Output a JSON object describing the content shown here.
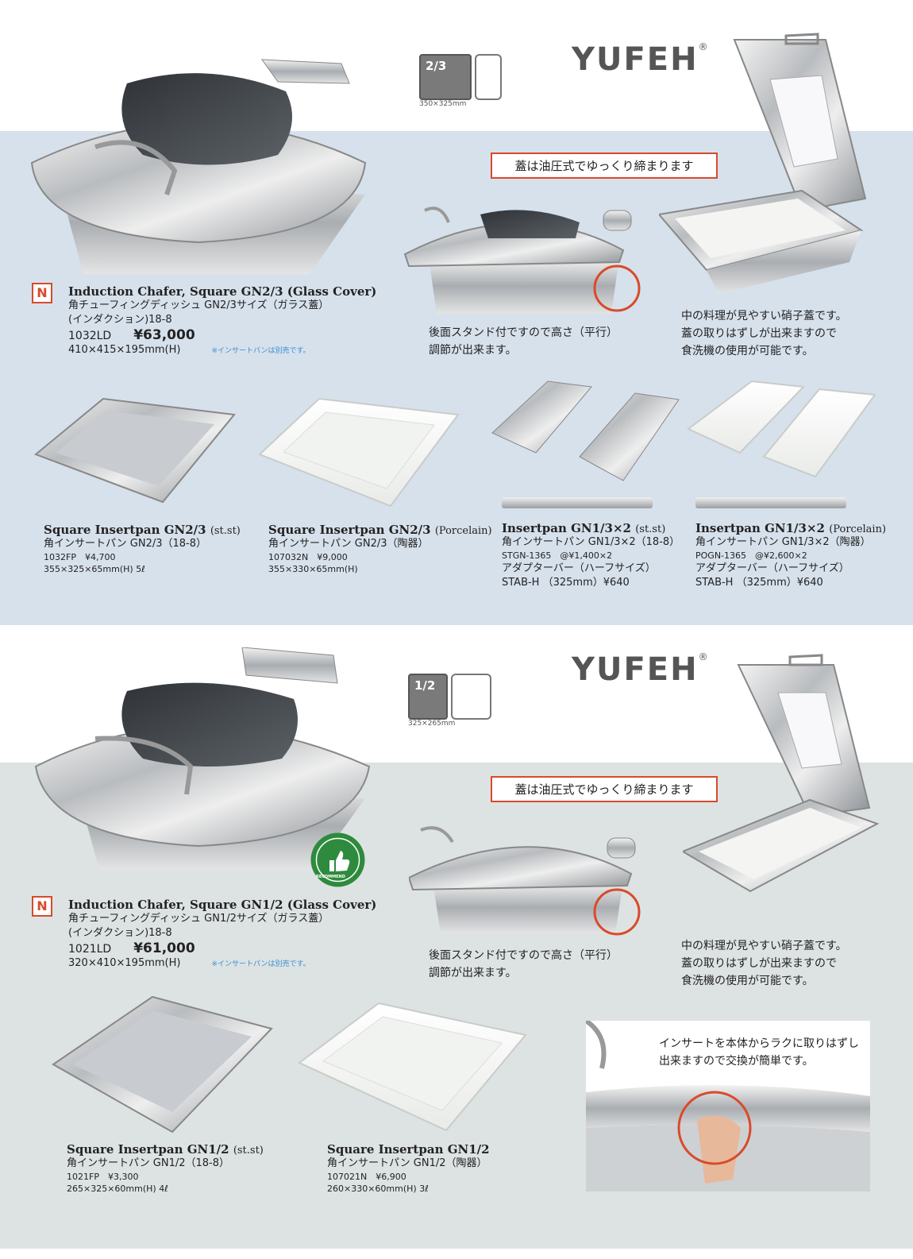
{
  "brand": {
    "logo": "YUFEH",
    "reg": "®"
  },
  "colors": {
    "band1": "#d7e1ec",
    "band2": "#dde3e2",
    "accent": "#d94a2b",
    "note_blue": "#3a8fd1",
    "recommend_green": "#2e8b3d"
  },
  "section1": {
    "gn_label": "2/3",
    "gn_dim": "350×325mm",
    "callout": "蓋は油圧式でゆっくり締まります",
    "stand_note": [
      "後面スタンド付ですので高さ（平行）",
      "調節が出来ます。"
    ],
    "glass_note": [
      "中の料理が見やすい硝子蓋です。",
      "蓋の取りはずしが出来ますので",
      "食洗機の使用が可能です。"
    ],
    "main": {
      "badge": "N",
      "title": "Induction Chafer, Square GN2/3 (Glass Cover)",
      "jp1": "角チューフィングディッシュ GN2/3サイズ（ガラス蓋）",
      "jp2": "(インダクション)18-8",
      "code": "1032LD",
      "price": "¥63,000",
      "size": "410×415×195mm(H)",
      "note": "※インサートパンは別売です。"
    },
    "products": [
      {
        "title": "Square Insertpan GN2/3",
        "sub": "(st.st)",
        "jp": "角インサートパン GN2/3（18-8）",
        "code_price": "1032FP　¥4,700",
        "size": "355×325×65mm(H) 5ℓ"
      },
      {
        "title": "Square Insertpan GN2/3",
        "sub": "(Porcelain)",
        "jp": "角インサートパン GN2/3（陶器）",
        "code_price": "107032N　¥9,000",
        "size": "355×330×65mm(H)"
      },
      {
        "title": "Insertpan GN1/3×2",
        "sub": "(st.st)",
        "jp": "角インサートパン GN1/3×2（18-8）",
        "code_price": "STGN-1365　@¥1,400×2",
        "adapter": "アダプターバー（ハーフサイズ）",
        "adapter_code": "STAB-H （325mm）¥640"
      },
      {
        "title": "Insertpan GN1/3×2",
        "sub": "(Porcelain)",
        "jp": "角インサートパン GN1/3×2（陶器）",
        "code_price": "POGN-1365　@¥2,600×2",
        "adapter": "アダプターバー（ハーフサイズ）",
        "adapter_code": "STAB-H （325mm）¥640"
      }
    ]
  },
  "section2": {
    "gn_label": "1/2",
    "gn_dim": "325×265mm",
    "callout": "蓋は油圧式でゆっくり締まります",
    "recommend": "RECOMMEND",
    "stand_note": [
      "後面スタンド付ですので高さ（平行）",
      "調節が出来ます。"
    ],
    "glass_note": [
      "中の料理が見やすい硝子蓋です。",
      "蓋の取りはずしが出来ますので",
      "食洗機の使用が可能です。"
    ],
    "insert_note": [
      "インサートを本体からラクに取りはずし",
      "出来ますので交換が簡単です。"
    ],
    "main": {
      "badge": "N",
      "title": "Induction Chafer, Square GN1/2 (Glass Cover)",
      "jp1": "角チューフィングディッシュ GN1/2サイズ（ガラス蓋）",
      "jp2": "(インダクション)18-8",
      "code": "1021LD",
      "price": "¥61,000",
      "size": "320×410×195mm(H)",
      "note": "※インサートパンは別売です。"
    },
    "products": [
      {
        "title": "Square Insertpan GN1/2",
        "sub": "(st.st)",
        "jp": "角インサートパン GN1/2（18-8）",
        "code_price": "1021FP　¥3,300",
        "size": "265×325×60mm(H) 4ℓ"
      },
      {
        "title": "Square Insertpan GN1/2",
        "sub": "",
        "jp": "角インサートパン GN1/2（陶器）",
        "code_price": "107021N　¥6,900",
        "size": "260×330×60mm(H) 3ℓ"
      }
    ]
  }
}
